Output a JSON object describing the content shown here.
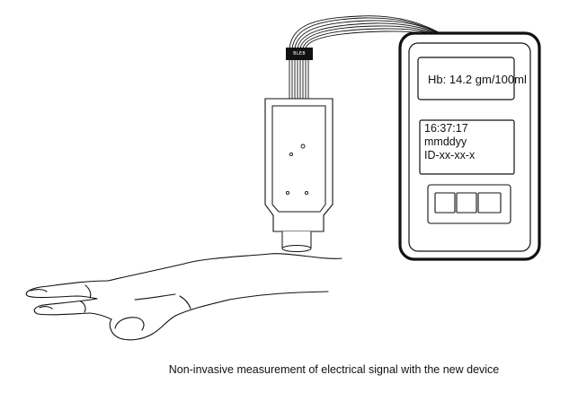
{
  "device": {
    "display_top": {
      "hb_reading": "Hb: 14.2 gm/100ml"
    },
    "display_bottom": {
      "time": "16:37:17",
      "date_format": "mmddyy",
      "patient_id": "ID-xx-xx-x"
    }
  },
  "sensor": {
    "chip_label": "BLE8"
  },
  "caption": "Non-invasive  measurement of electrical signal with the new device",
  "colors": {
    "line": "#111111",
    "background": "#ffffff"
  }
}
